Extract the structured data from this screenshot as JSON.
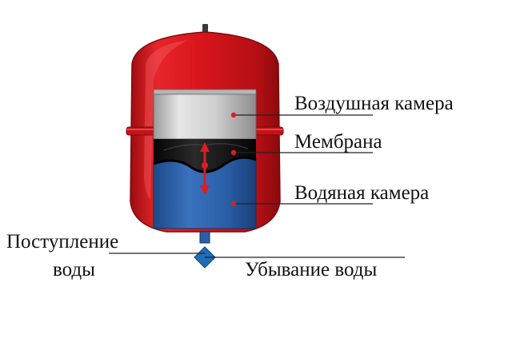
{
  "labels": {
    "air_chamber": "Воздушная камера",
    "membrane": "Мембрана",
    "water_chamber": "Водяная камера",
    "inflow_line1": "Поступление",
    "inflow_line2": "воды",
    "outflow": "Убывание воды"
  },
  "colors": {
    "tank_red": "#d9161c",
    "tank_red_dark": "#a80f14",
    "air_gray": "#c8c8c8",
    "membrane_black": "#111111",
    "water_blue": "#2a5fa8",
    "valve_blue": "#1e6fb8",
    "marker_red": "#e01b22",
    "leader_line": "#222222"
  }
}
